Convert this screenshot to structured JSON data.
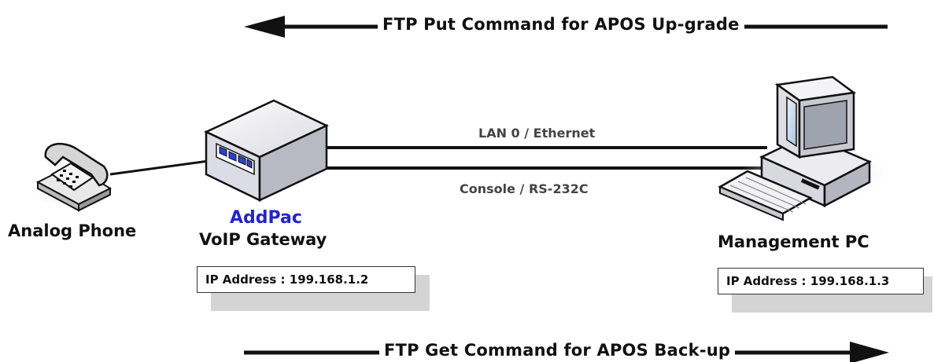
{
  "top_arrow": {
    "label": "FTP Put Command for APOS Up-grade",
    "direction": "left"
  },
  "bottom_arrow": {
    "label": "FTP Get Command for APOS Back-up",
    "direction": "right"
  },
  "links": [
    {
      "label": "LAN 0 / Ethernet"
    },
    {
      "label": "Console / RS-232C"
    }
  ],
  "phone": {
    "label": "Analog Phone",
    "icon": "telephone-icon"
  },
  "gateway": {
    "brand": "AddPac",
    "label": "VoIP Gateway",
    "ip": "IP Address : 199.168.1.2",
    "icon": "gateway-device-icon"
  },
  "pc": {
    "label": "Management PC",
    "ip": "IP Address : 199.168.1.3",
    "icon": "desktop-computer-icon"
  },
  "colors": {
    "brand": "#2222d6",
    "ip_shadow": "#d4d4d4",
    "line": "#111111"
  }
}
